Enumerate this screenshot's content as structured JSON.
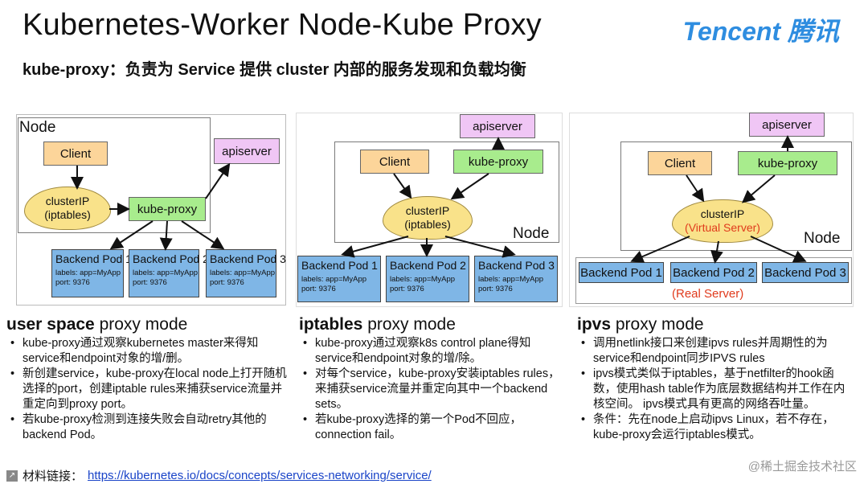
{
  "header": {
    "title": "Kubernetes-Worker Node-Kube Proxy",
    "brand": "Tencent 腾讯",
    "subtitle": "kube-proxy：负责为 Service 提供 cluster 内部的服务发现和负载均衡"
  },
  "diagram_userspace": {
    "node_label": "Node",
    "client": "Client",
    "apiserver": "apiserver",
    "kube_proxy": "kube-proxy",
    "cluster_ip": "clusterIP",
    "cluster_ip_sub": "(iptables)",
    "pods": [
      {
        "name": "Backend Pod 1",
        "labels": "labels: app=MyApp",
        "port": "port: 9376"
      },
      {
        "name": "Backend Pod 2",
        "labels": "labels: app=MyApp",
        "port": "port: 9376"
      },
      {
        "name": "Backend Pod 3",
        "labels": "labels: app=MyApp",
        "port": "port: 9376"
      }
    ]
  },
  "diagram_iptables": {
    "node_label": "Node",
    "client": "Client",
    "apiserver": "apiserver",
    "kube_proxy": "kube-proxy",
    "cluster_ip": "clusterIP",
    "cluster_ip_sub": "(iptables)",
    "pods": [
      {
        "name": "Backend Pod 1",
        "labels": "labels: app=MyApp",
        "port": "port: 9376"
      },
      {
        "name": "Backend Pod 2",
        "labels": "labels: app=MyApp",
        "port": "port: 9376"
      },
      {
        "name": "Backend Pod 3",
        "labels": "labels: app=MyApp",
        "port": "port: 9376"
      }
    ]
  },
  "diagram_ipvs": {
    "node_label": "Node",
    "client": "Client",
    "apiserver": "apiserver",
    "kube_proxy": "kube-proxy",
    "cluster_ip": "clusterIP",
    "cluster_ip_sub": "(Virtual Server)",
    "real_server": "(Real Server)",
    "pods": [
      {
        "name": "Backend Pod 1"
      },
      {
        "name": "Backend Pod 2"
      },
      {
        "name": "Backend Pod 3"
      }
    ]
  },
  "columns": {
    "userspace": {
      "head_bold": "user space",
      "head_rest": " proxy mode",
      "bullets": [
        "kube-proxy通过观察kubernetes master来得知service和endpoint对象的增/删。",
        "新创建service，kube-proxy在local node上打开随机选择的port，创建iptable rules来捕获service流量并重定向到proxy port。",
        "若kube-proxy检测到连接失败会自动retry其他的backend Pod。"
      ]
    },
    "iptables": {
      "head_bold": "iptables",
      "head_rest": " proxy mode",
      "bullets": [
        "kube-proxy通过观察k8s control plane得知service和endpoint对象的增/除。",
        "对每个service，kube-proxy安装iptables rules，来捕获service流量并重定向其中一个backend sets。",
        "若kube-proxy选择的第一个Pod不回应，connection fail。"
      ]
    },
    "ipvs": {
      "head_bold": "ipvs",
      "head_rest": " proxy mode",
      "bullets": [
        "调用netlink接口来创建ipvs rules并周期性的为service和endpoint同步IPVS rules",
        "ipvs模式类似于iptables，基于netfilter的hook函数，使用hash table作为底层数据结构并工作在内核空间。 ipvs模式具有更高的网络吞吐量。",
        "条件：先在node上启动ipvs Linux，若不存在， kube-proxy会运行iptables模式。"
      ]
    }
  },
  "footer": {
    "label": "材料链接：",
    "link": "https://kubernetes.io/docs/concepts/services-networking/service/",
    "watermark": "@稀土掘金技术社区"
  }
}
